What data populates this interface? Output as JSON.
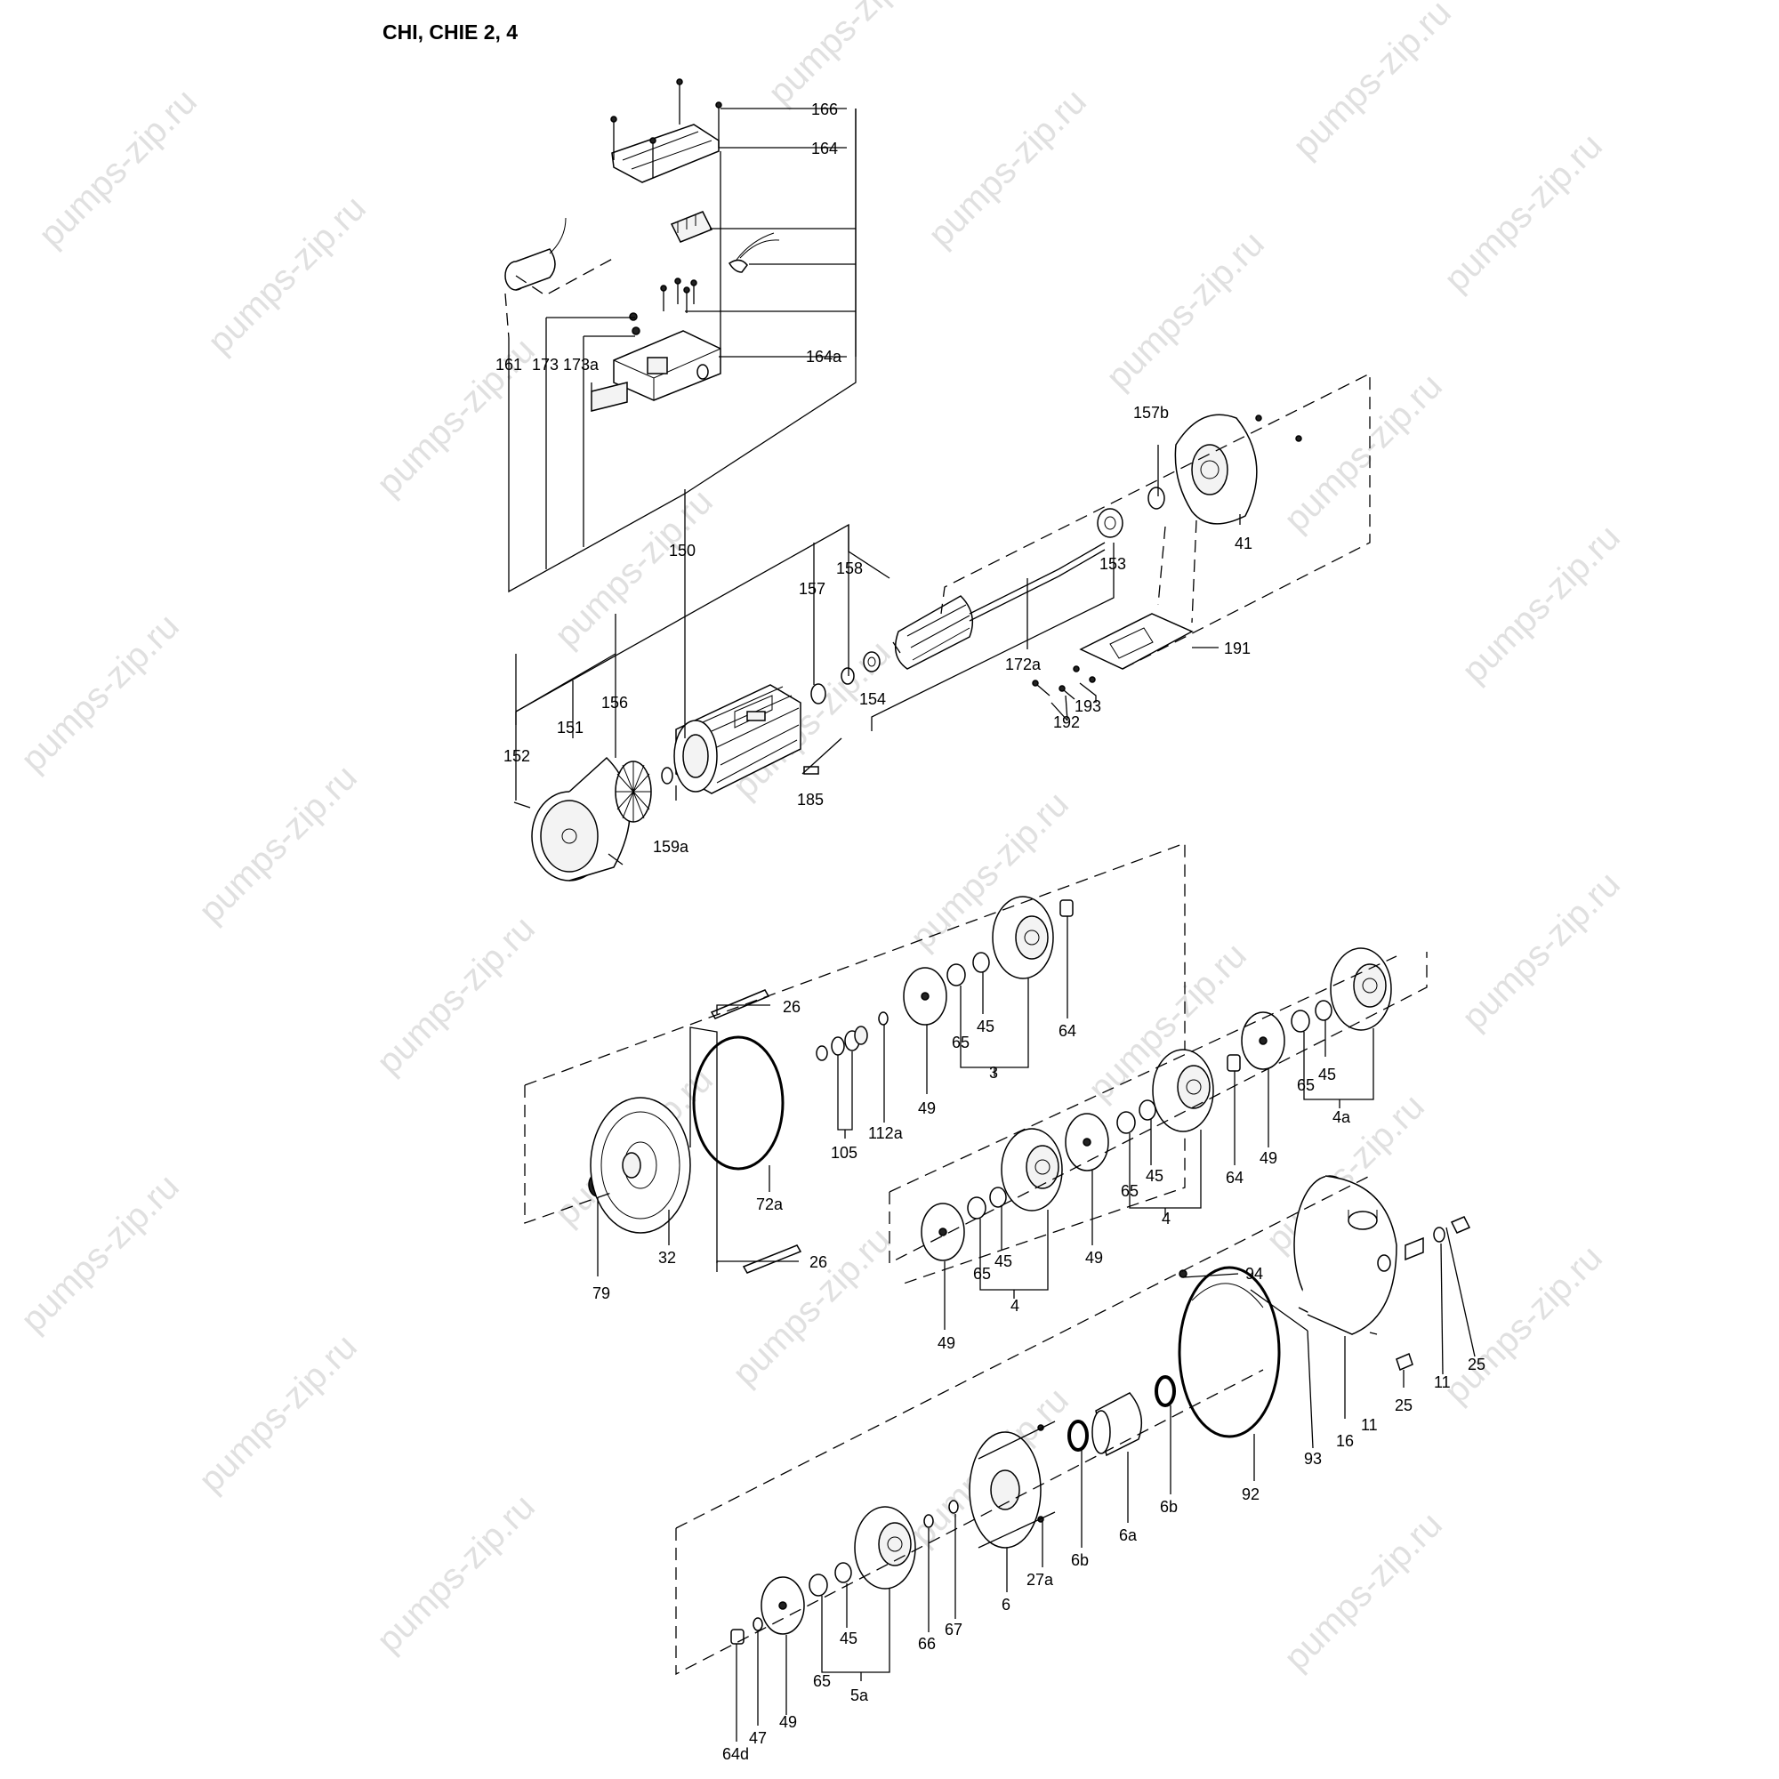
{
  "title": "CHI, CHIE 2, 4",
  "watermark": "pumps-zip.ru",
  "labels": {
    "l166": "166",
    "l164": "164",
    "l164a": "164a",
    "l161": "161",
    "l173": "173",
    "l173a": "173a",
    "l150": "150",
    "l157b": "157b",
    "l41": "41",
    "l153": "153",
    "l158": "158",
    "l157": "157",
    "l172a": "172a",
    "l191": "191",
    "l154": "154",
    "l193": "193",
    "l192": "192",
    "l156": "156",
    "l151": "151",
    "l152": "152",
    "l185": "185",
    "l159a": "159a",
    "l26a": "26",
    "l26b": "26",
    "l64a": "64",
    "l65a": "65",
    "l45a": "45",
    "l3": "3",
    "l49a": "49",
    "l112a": "112a",
    "l105": "105",
    "l72a": "72a",
    "l32": "32",
    "l79": "79",
    "l65b": "65",
    "l45b": "45",
    "l4a": "4a",
    "l49b": "49",
    "l64b": "64",
    "l65c": "65",
    "l45c": "45",
    "l4b": "4",
    "l49c": "49",
    "l65d": "65",
    "l45d": "45",
    "l4c": "4",
    "l49d": "49",
    "l94": "94",
    "l25a": "25",
    "l25b": "25",
    "l11a": "11",
    "l11b": "11",
    "l16": "16",
    "l93": "93",
    "l92": "92",
    "l6b1": "6b",
    "l6b2": "6b",
    "l6a": "6a",
    "l6": "6",
    "l27a": "27a",
    "l66": "66",
    "l67": "67",
    "l65e": "65",
    "l45e": "45",
    "l5a": "5a",
    "l49e": "49",
    "l47": "47",
    "l64d": "64d"
  }
}
